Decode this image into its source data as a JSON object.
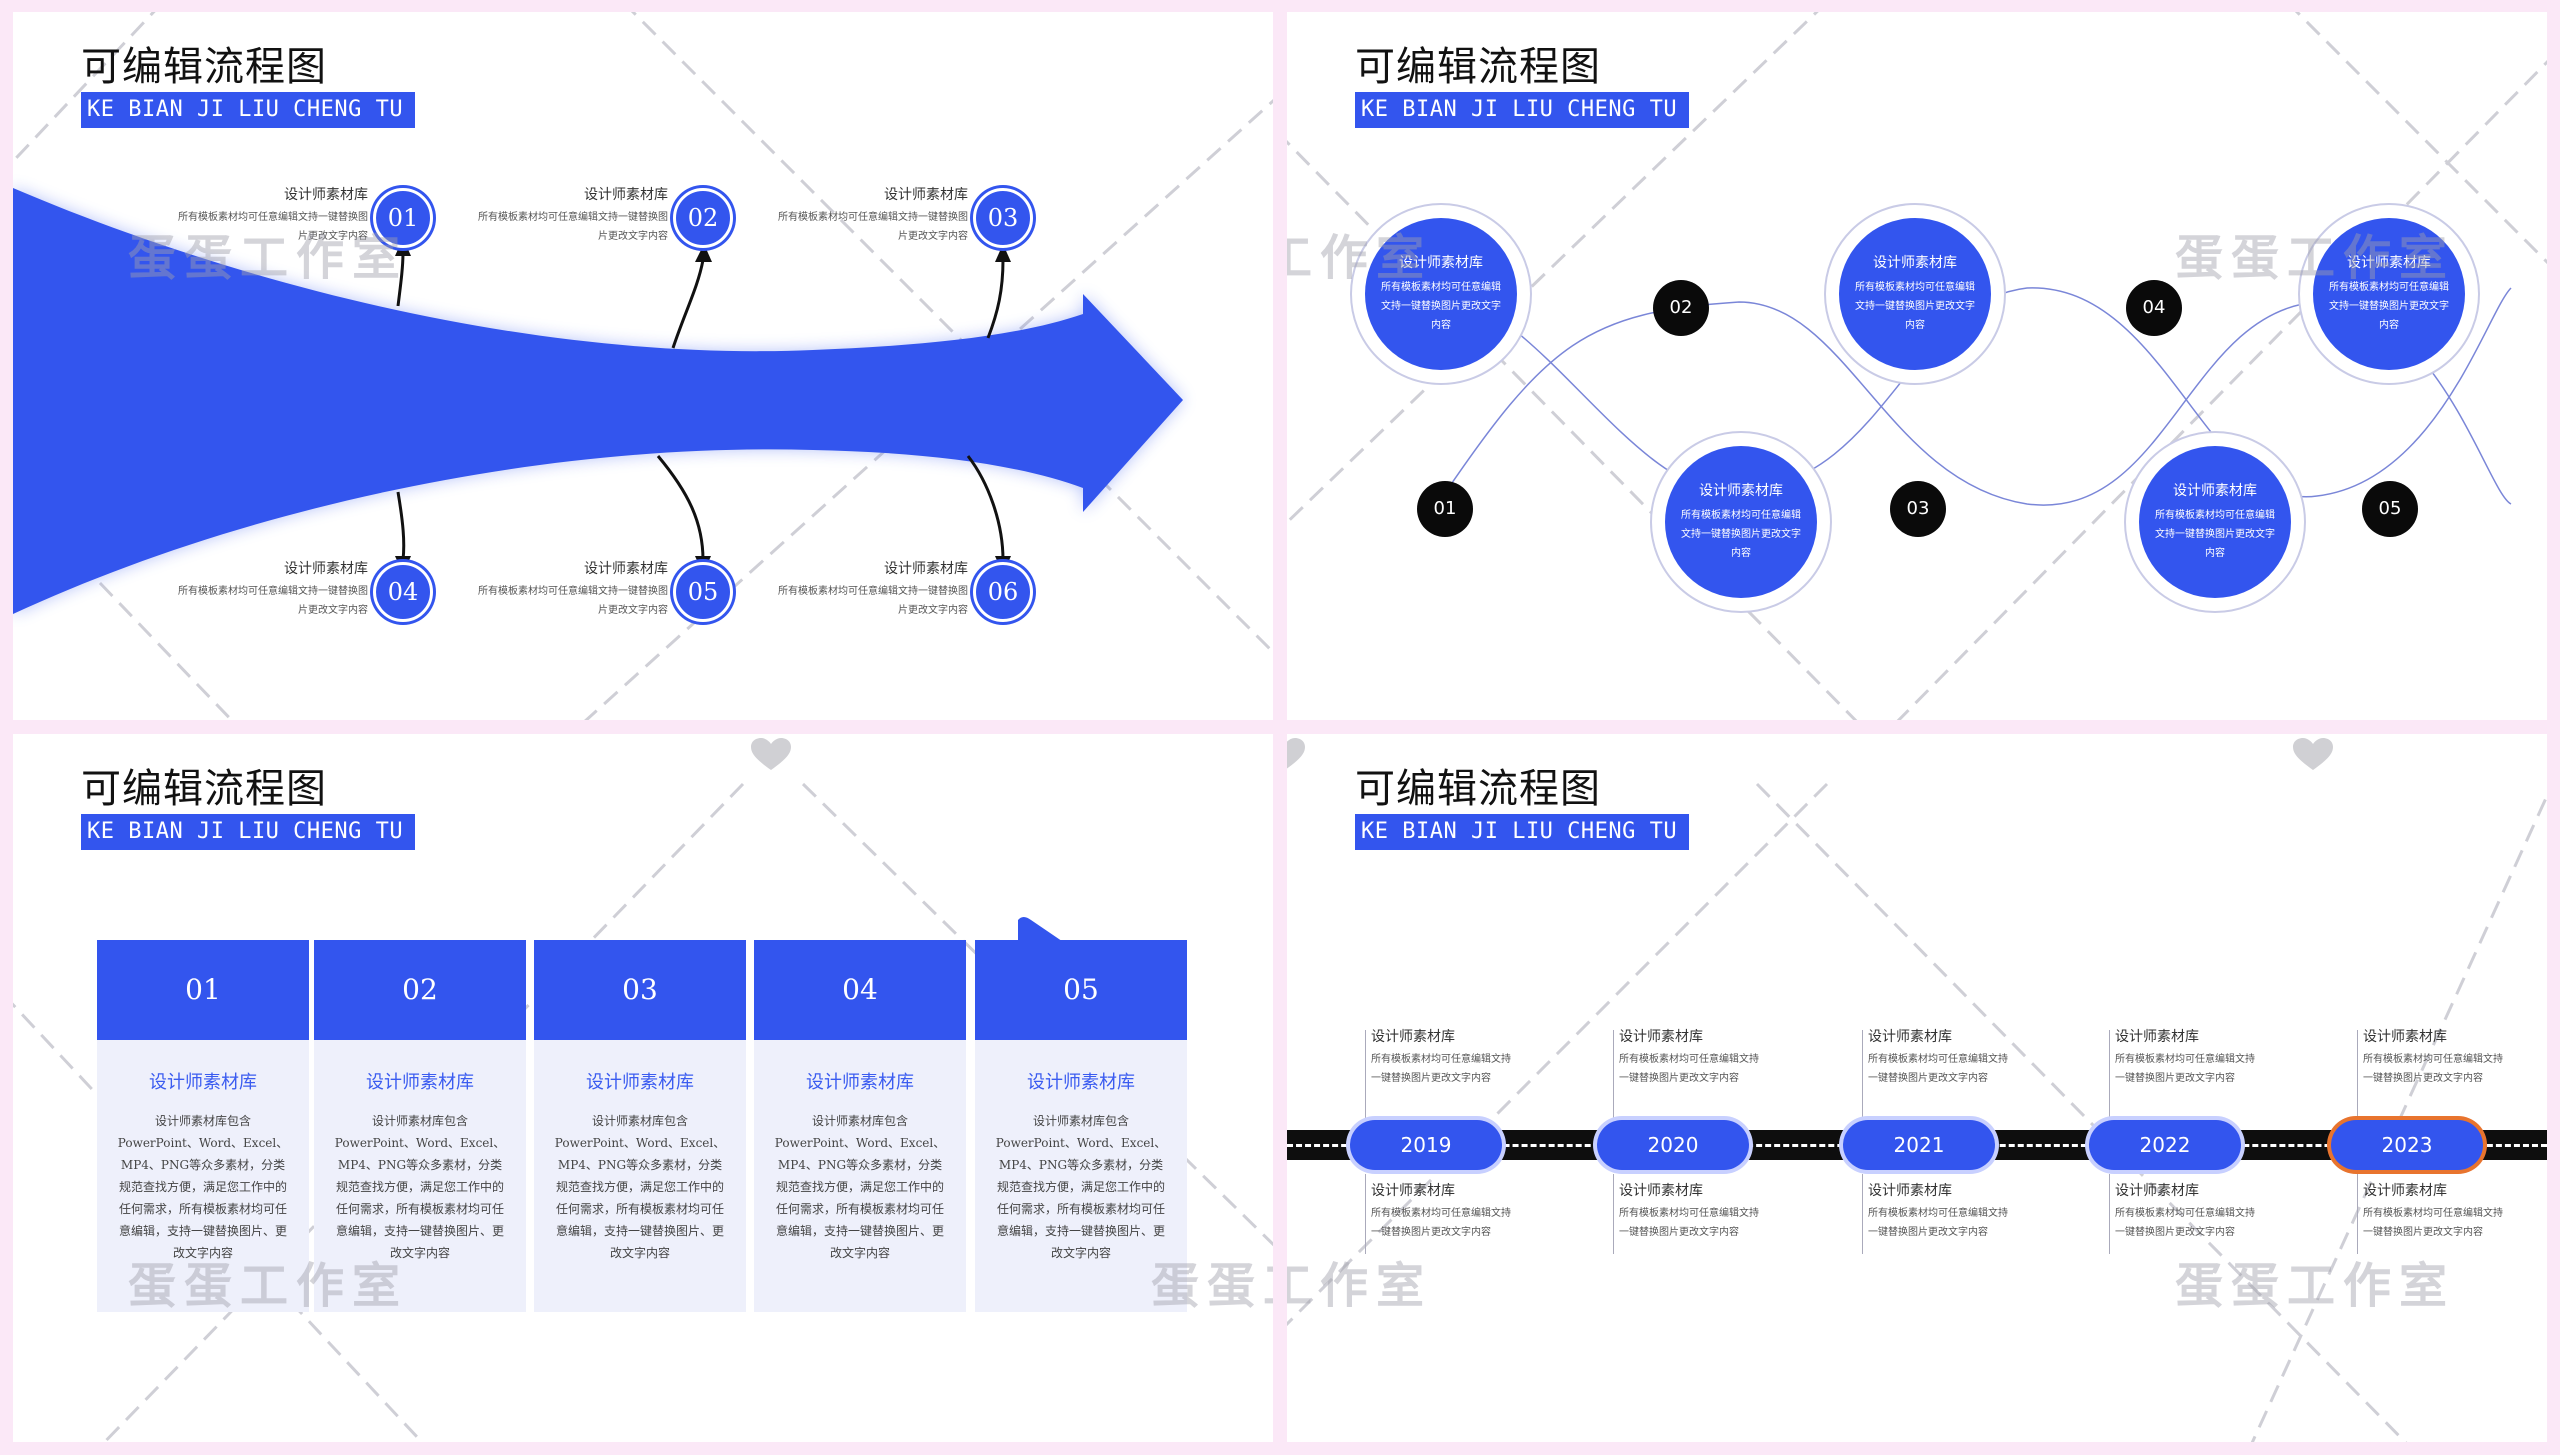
{
  "header": {
    "title": "可编辑流程图",
    "subtitle": "KE BIAN JI LIU CHENG TU"
  },
  "watermark": "蛋蛋工作室",
  "colors": {
    "accent": "#3355ee",
    "background": "#fbe8f7",
    "highlight": "#e8742e"
  },
  "icons": [
    "heart-icon"
  ],
  "panel1": {
    "items": [
      {
        "num": "01",
        "title": "设计师素材库",
        "desc": "所有模板素材均可任意编辑文持一键替换图片更改文字内容"
      },
      {
        "num": "02",
        "title": "设计师素材库",
        "desc": "所有模板素材均可任意编辑文持一键替换图片更改文字内容"
      },
      {
        "num": "03",
        "title": "设计师素材库",
        "desc": "所有模板素材均可任意编辑文持一键替换图片更改文字内容"
      },
      {
        "num": "04",
        "title": "设计师素材库",
        "desc": "所有模板素材均可任意编辑文持一键替换图片更改文字内容"
      },
      {
        "num": "05",
        "title": "设计师素材库",
        "desc": "所有模板素材均可任意编辑文持一键替换图片更改文字内容"
      },
      {
        "num": "06",
        "title": "设计师素材库",
        "desc": "所有模板素材均可任意编辑文持一键替换图片更改文字内容"
      }
    ]
  },
  "panel2": {
    "bubbles": [
      {
        "title": "设计师素材库",
        "desc": "所有模板素材均可任意编辑文持一键替换图片更改文字内容"
      },
      {
        "title": "设计师素材库",
        "desc": "所有模板素材均可任意编辑文持一键替换图片更改文字内容"
      },
      {
        "title": "设计师素材库",
        "desc": "所有模板素材均可任意编辑文持一键替换图片更改文字内容"
      },
      {
        "title": "设计师素材库",
        "desc": "所有模板素材均可任意编辑文持一键替换图片更改文字内容"
      },
      {
        "title": "设计师素材库",
        "desc": "所有模板素材均可任意编辑文持一键替换图片更改文字内容"
      }
    ],
    "dots": [
      "01",
      "02",
      "03",
      "04",
      "05"
    ]
  },
  "panel3": {
    "steps": [
      {
        "num": "01",
        "title": "设计师素材库",
        "desc": "设计师素材库包含PowerPoint、Word、Excel、MP4、PNG等众多素材，分类规范查找方便，满足您工作中的任何需求，所有模板素材均可任意编辑，支持一键替换图片、更改文字内容"
      },
      {
        "num": "02",
        "title": "设计师素材库",
        "desc": "设计师素材库包含PowerPoint、Word、Excel、MP4、PNG等众多素材，分类规范查找方便，满足您工作中的任何需求，所有模板素材均可任意编辑，支持一键替换图片、更改文字内容"
      },
      {
        "num": "03",
        "title": "设计师素材库",
        "desc": "设计师素材库包含PowerPoint、Word、Excel、MP4、PNG等众多素材，分类规范查找方便，满足您工作中的任何需求，所有模板素材均可任意编辑，支持一键替换图片、更改文字内容"
      },
      {
        "num": "04",
        "title": "设计师素材库",
        "desc": "设计师素材库包含PowerPoint、Word、Excel、MP4、PNG等众多素材，分类规范查找方便，满足您工作中的任何需求，所有模板素材均可任意编辑，支持一键替换图片、更改文字内容"
      },
      {
        "num": "05",
        "title": "设计师素材库",
        "desc": "设计师素材库包含PowerPoint、Word、Excel、MP4、PNG等众多素材，分类规范查找方便，满足您工作中的任何需求，所有模板素材均可任意编辑，支持一键替换图片、更改文字内容"
      }
    ]
  },
  "panel4": {
    "years": [
      {
        "year": "2019",
        "top_title": "设计师素材库",
        "top_desc": "所有模板素材均可任意编辑文持一键替换图片更改文字内容",
        "bottom_title": "设计师素材库",
        "bottom_desc": "所有模板素材均可任意编辑文持一键替换图片更改文字内容"
      },
      {
        "year": "2020",
        "top_title": "设计师素材库",
        "top_desc": "所有模板素材均可任意编辑文持一键替换图片更改文字内容",
        "bottom_title": "设计师素材库",
        "bottom_desc": "所有模板素材均可任意编辑文持一键替换图片更改文字内容"
      },
      {
        "year": "2021",
        "top_title": "设计师素材库",
        "top_desc": "所有模板素材均可任意编辑文持一键替换图片更改文字内容",
        "bottom_title": "设计师素材库",
        "bottom_desc": "所有模板素材均可任意编辑文持一键替换图片更改文字内容"
      },
      {
        "year": "2022",
        "top_title": "设计师素材库",
        "top_desc": "所有模板素材均可任意编辑文持一键替换图片更改文字内容",
        "bottom_title": "设计师素材库",
        "bottom_desc": "所有模板素材均可任意编辑文持一键替换图片更改文字内容"
      },
      {
        "year": "2023",
        "top_title": "设计师素材库",
        "top_desc": "所有模板素材均可任意编辑文持一键替换图片更改文字内容",
        "bottom_title": "设计师素材库",
        "bottom_desc": "所有模板素材均可任意编辑文持一键替换图片更改文字内容"
      }
    ]
  }
}
